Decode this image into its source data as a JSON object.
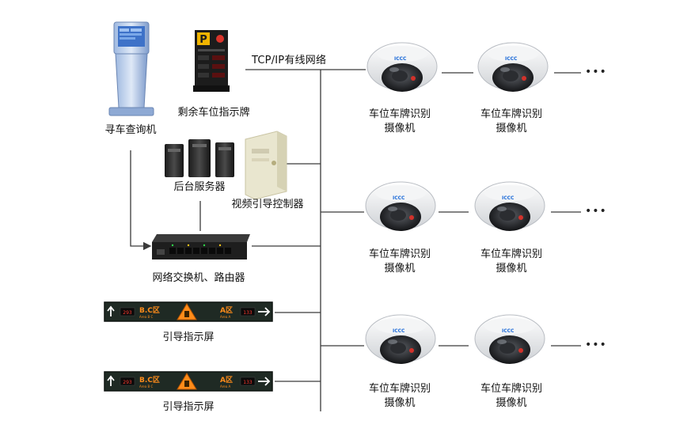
{
  "network_label": "TCP/IP有线网络",
  "devices": {
    "kiosk": "寻车查询机",
    "sign": "剩余车位指示牌",
    "server": "后台服务器",
    "controller": "视频引导控制器",
    "switch": "网络交换机、路由器",
    "screen1": "引导指示屏",
    "screen2": "引导指示屏"
  },
  "camera": {
    "line1": "车位车牌识别",
    "line2": "摄像机"
  },
  "screen_panel": {
    "left_zone": "B.C区",
    "left_count": "293",
    "right_zone": "A区",
    "right_count": "133"
  },
  "sign_panel": {
    "letter": "P"
  },
  "camera_brand": "ICCC",
  "ellipsis": "•••",
  "colors": {
    "line": "#3a3a3a",
    "screen_bg": "#1f2a24",
    "led_orange": "#ff8c1a",
    "led_red": "#ff3b2f",
    "kiosk_blue": "#4a7fd0"
  }
}
